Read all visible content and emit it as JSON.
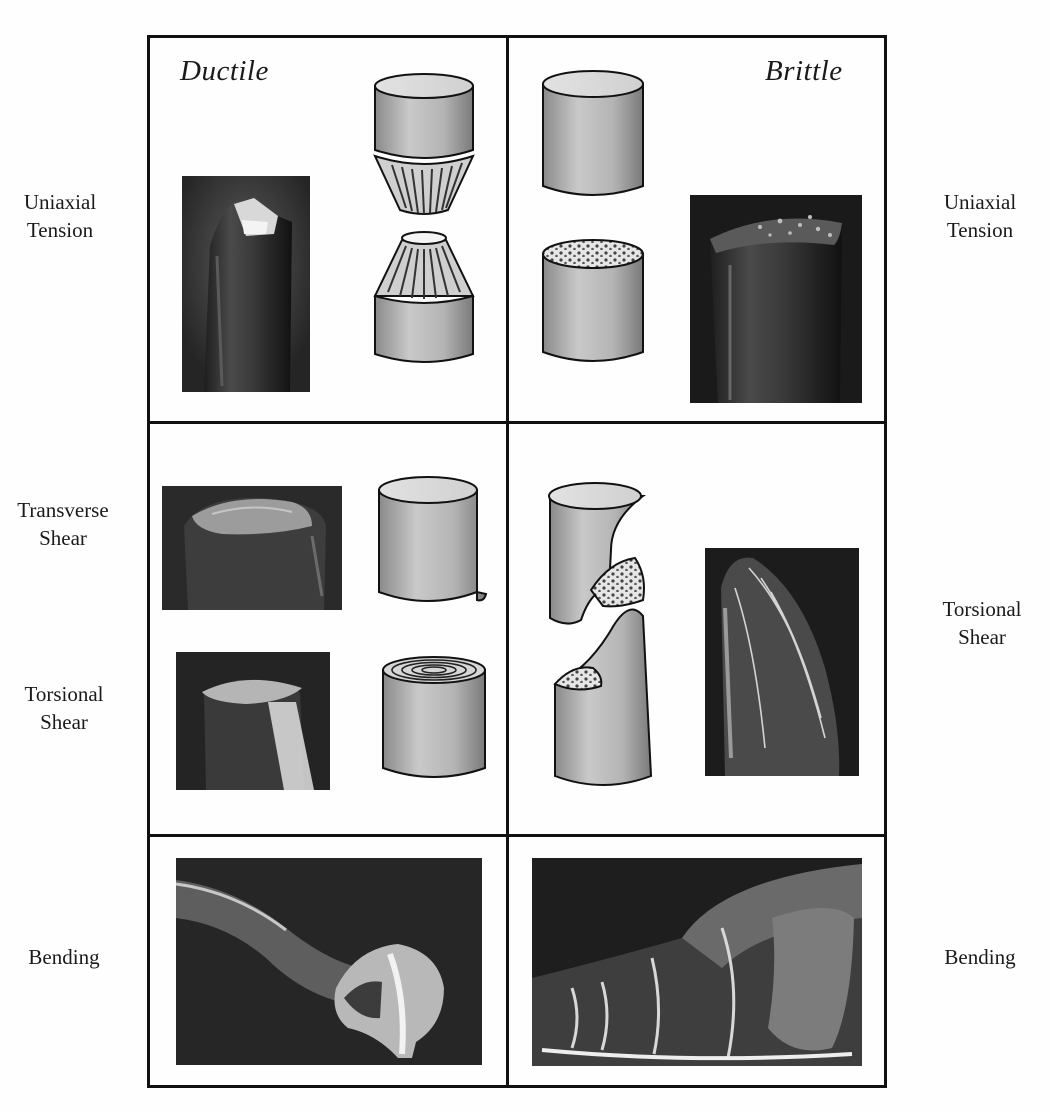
{
  "columns": {
    "ductile": "Ductile",
    "brittle": "Brittle"
  },
  "left_labels": {
    "uniaxial": "Uniaxial\nTension",
    "transverse": "Transverse\nShear",
    "torsional": "Torsional\nShear",
    "bending": "Bending"
  },
  "right_labels": {
    "uniaxial": "Uniaxial\nTension",
    "torsional": "Torsional\nShear",
    "bending": "Bending"
  }
}
